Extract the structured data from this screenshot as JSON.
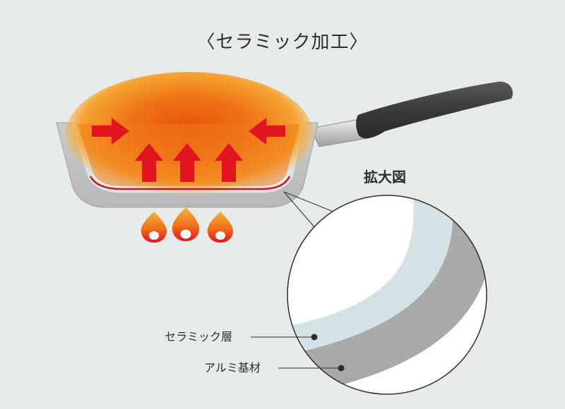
{
  "title": "〈セラミック加工〉",
  "zoom_label": "拡大図",
  "layers": {
    "ceramic_label": "セラミック層",
    "aluminum_label": "アルミ基材"
  },
  "colors": {
    "background": "#e6ebea",
    "arrow": "#e2141f",
    "heat_core": "#ec5a0c",
    "heat_outer": "#f7b23c",
    "ceramic_layer": "#d3e2e4",
    "aluminum_layer": "#a9a9a9",
    "handle": "#3b3b3b"
  },
  "icons": {
    "arrows": "heat-arrow-icon",
    "flames": "flame-icon"
  }
}
